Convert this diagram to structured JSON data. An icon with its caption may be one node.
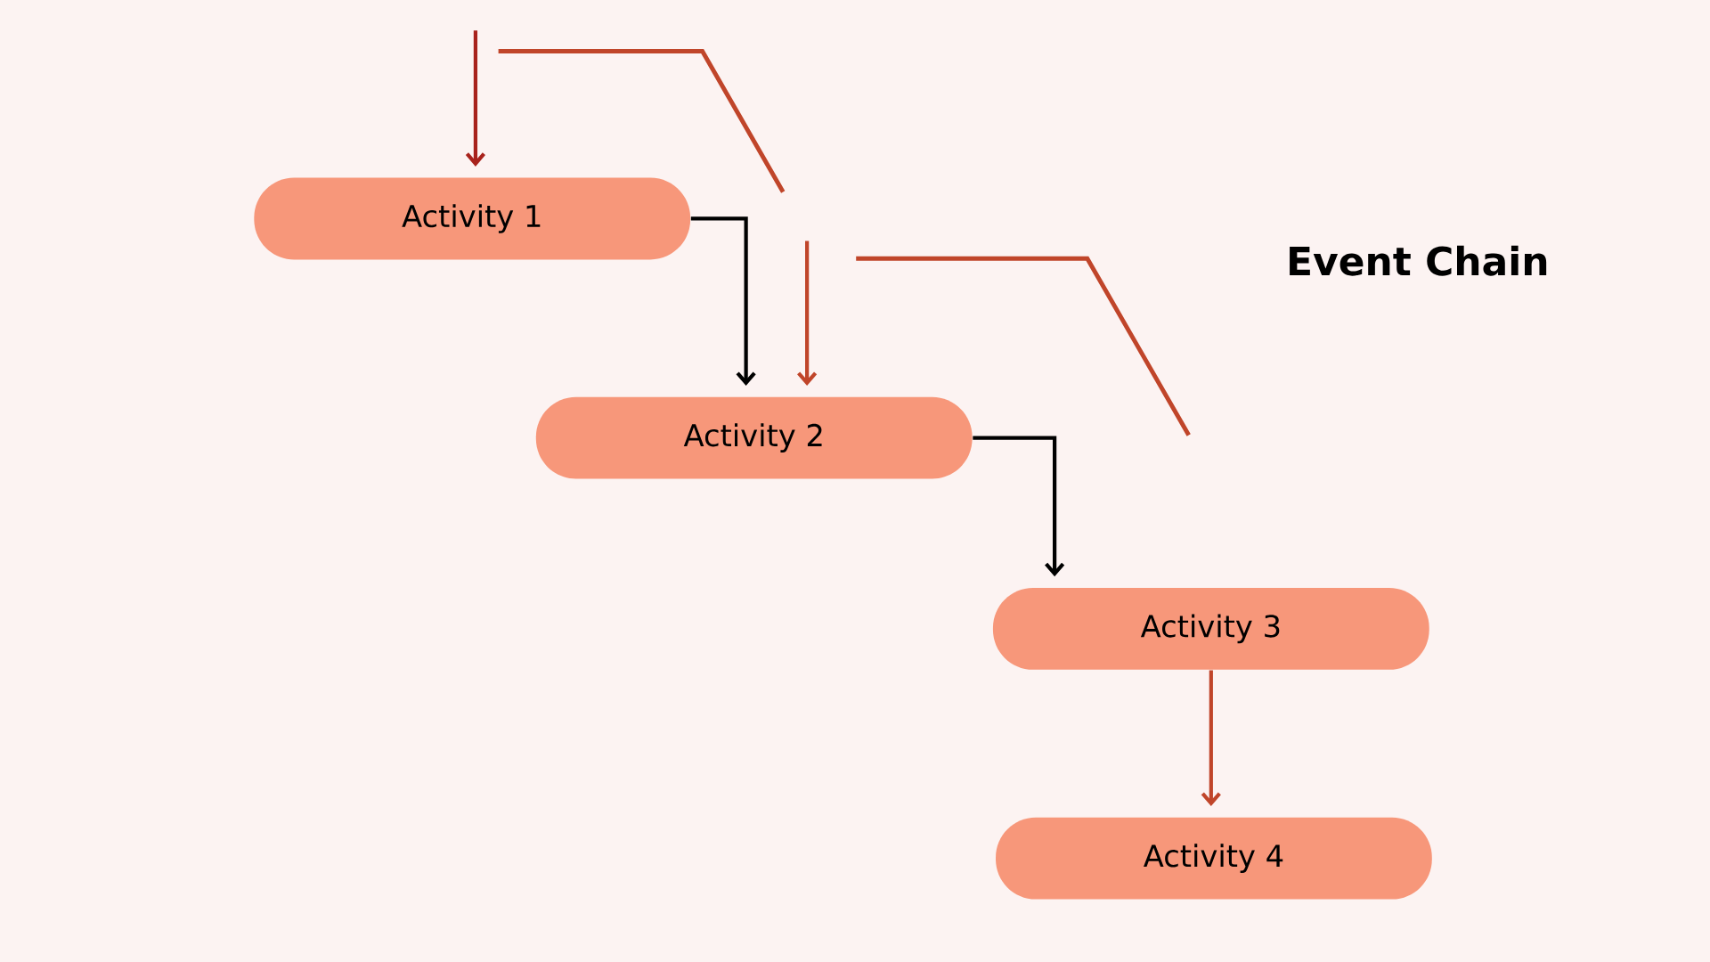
{
  "diagram": {
    "title": "Event Chain",
    "nodes": [
      {
        "text": [
          "Activity 1"
        ]
      },
      {
        "text": [
          "Activity 2"
        ]
      },
      {
        "text": [
          "Activity 3"
        ]
      },
      {
        "text": [
          "Activity 4"
        ]
      }
    ],
    "edges": [
      {
        "from": null,
        "to": 0,
        "arrow": "to",
        "color": "#a8221c"
      },
      {
        "from": 0,
        "to": 1,
        "arrow": "to",
        "color": "#000000"
      },
      {
        "from": 1,
        "to": 2,
        "arrow": "to",
        "color": "#000000"
      },
      {
        "from": null,
        "to": 1,
        "arrow": "to",
        "color": "#c0452a"
      },
      {
        "from": 2,
        "to": 3,
        "arrow": "to",
        "color": "#c0452a"
      }
    ]
  }
}
